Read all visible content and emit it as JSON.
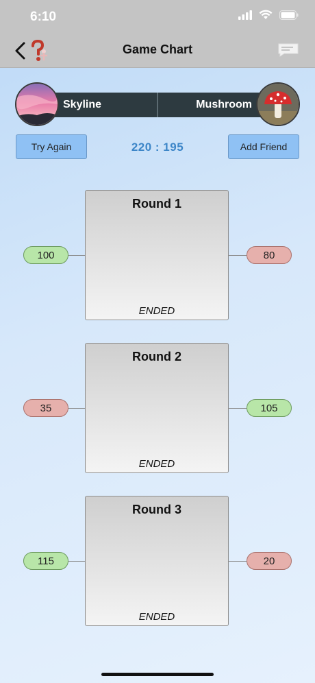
{
  "status": {
    "time": "6:10"
  },
  "nav": {
    "title": "Game Chart"
  },
  "players": {
    "left": "Skyline",
    "right": "Mushroom"
  },
  "actions": {
    "try_again": "Try Again",
    "add_friend": "Add Friend"
  },
  "score": {
    "text": "220  :  195"
  },
  "rounds": [
    {
      "title": "Round 1",
      "status": "ENDED",
      "left_score": "100",
      "right_score": "80"
    },
    {
      "title": "Round 2",
      "status": "ENDED",
      "left_score": "35",
      "right_score": "105"
    },
    {
      "title": "Round 3",
      "status": "ENDED",
      "left_score": "115",
      "right_score": "20"
    }
  ],
  "colors": {
    "win": "#b8e6a8",
    "lose": "#e6b0ac",
    "score": "#3d86c8",
    "button": "#8fc1f4"
  }
}
